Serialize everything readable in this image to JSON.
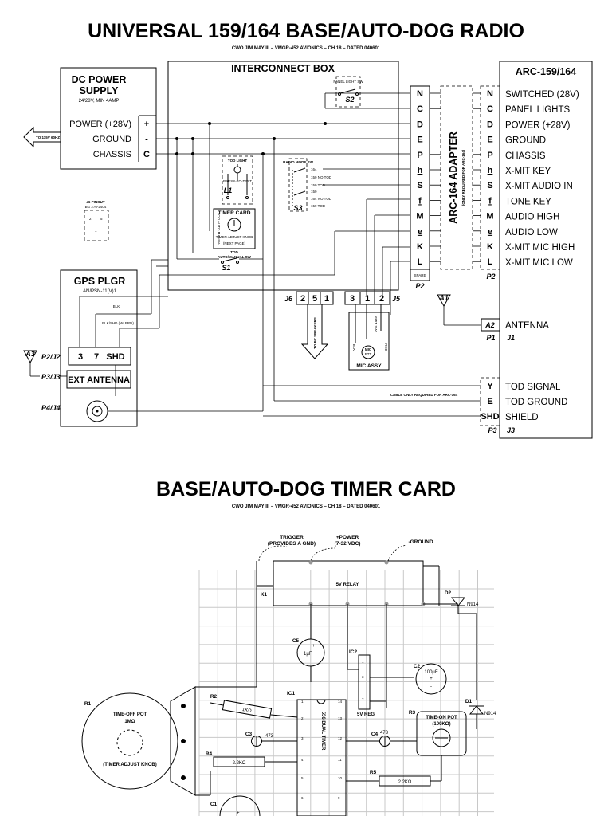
{
  "page1": {
    "title": "UNIVERSAL 159/164 BASE/AUTO-DOG RADIO",
    "subtitle": "CWO JIM MAY III – VMGR-452 AVIONICS – CH 18 – DATED 040601",
    "dc_power": {
      "title_line1": "DC POWER",
      "title_line2": "SUPPLY",
      "rating": "24/28V, MIN 4AMP",
      "rows": [
        {
          "label": "POWER (+28V)",
          "pin": "+"
        },
        {
          "label": "GROUND",
          "pin": "-"
        },
        {
          "label": "CHASSIS",
          "pin": "C"
        }
      ],
      "arrow_label": "TO 115V 60HZ"
    },
    "interconnect": {
      "title": "INTERCONNECT BOX",
      "panel_light_sw": "PANEL LIGHT SW",
      "s2": "S2",
      "tod_light": "TOD LIGHT",
      "press_to_test": "PRESS-TO-TEST",
      "l1": "L1",
      "radio_mode_sw": "RADIO MODE SW",
      "s3": "S3",
      "s3_positions": [
        "164",
        "159 NO TOD",
        "159 TOD",
        "159",
        "164 NO TOD",
        "159 TOD"
      ],
      "timer_card": "TIMER CARD",
      "timer_adjust_knob": "TIMER ADJUST KNOB",
      "knob_note": "(NEXT PAGE)",
      "rotate_text": "TOD AUTO MANUAL",
      "tod_label": "TOD",
      "auto_manual_sw": "AUTO/MANUAL SW",
      "s1": "S1",
      "j6_label": "J6",
      "j6_pins": [
        "2",
        "5",
        "1"
      ],
      "j5_label": "J5",
      "j5_pins": [
        "3",
        "1",
        "2"
      ],
      "spare": "SPARE"
    },
    "j6_pinout": {
      "line1": "J6 PINOUT",
      "line2": "BG 276-2404",
      "pins": [
        "2",
        "5",
        "1"
      ]
    },
    "gps": {
      "title": "GPS PLGR",
      "model": "AN/PSN-11(V)1",
      "port_pins": [
        "3",
        "7",
        "SHD"
      ],
      "ext_antenna": "EXT ANTENNA",
      "p2j2": "P2/J2",
      "p3j3": "P3/J3",
      "p4j4": "P4/J4",
      "wire_blk": "BLK",
      "wire_blk_shd": "BLK/SHD (W/ BRN)"
    },
    "a3": "A3",
    "speakers": "TO PC SPEAKERS",
    "mic": {
      "title": "MIC ASSY",
      "mic_label": "MIC",
      "ptt": "PTT",
      "ksw": "XMIT SW",
      "wire_labels": [
        "BLK",
        "RED"
      ]
    },
    "adapter": {
      "title": "ARC-164 ADAPTER",
      "note": "(ONLY REQUIRED FOR ARC-164)",
      "p2": "P2"
    },
    "pins": [
      {
        "left": "N",
        "right": "N",
        "signal": "SWITCHED (28V)"
      },
      {
        "left": "C",
        "right": "C",
        "signal": "PANEL LIGHTS"
      },
      {
        "left": "D",
        "right": "D",
        "signal": "POWER (+28V)"
      },
      {
        "left": "E",
        "right": "E",
        "signal": "GROUND"
      },
      {
        "left": "P",
        "right": "P",
        "signal": "CHASSIS"
      },
      {
        "left": "h",
        "right": "h",
        "signal": "X-MIT KEY"
      },
      {
        "left": "S",
        "right": "S",
        "signal": "X-MIT AUDIO IN"
      },
      {
        "left": "f",
        "right": "f",
        "signal": "TONE KEY"
      },
      {
        "left": "M",
        "right": "M",
        "signal": "AUDIO HIGH"
      },
      {
        "left": "e",
        "right": "e",
        "signal": "AUDIO LOW"
      },
      {
        "left": "K",
        "right": "K",
        "signal": "X-MIT MIC HIGH"
      },
      {
        "left": "L",
        "right": "L",
        "signal": "X-MIT MIC LOW"
      }
    ],
    "radio": {
      "title": "ARC-159/164",
      "p2": "P2",
      "a1": "A1",
      "a2": "A2",
      "antenna": "ANTENNA",
      "p1": "P1",
      "j1": "J1",
      "p3": "P3",
      "j3": "J3",
      "tod_pins": [
        {
          "pin": "Y",
          "signal": "TOD SIGNAL"
        },
        {
          "pin": "E",
          "signal": "TOD GROUND"
        },
        {
          "pin": "SHD",
          "signal": "SHIELD"
        }
      ],
      "cable_note": "CABLE ONLY REQUIRED FOR ARC-164"
    }
  },
  "page2": {
    "title": "BASE/AUTO-DOG TIMER CARD",
    "subtitle": "CWO JIM MAY III – VMGR-452 AVIONICS – CH 18 – DATED 040601",
    "trigger": "TRIGGER",
    "trigger_note": "(PROVIDES A GND)",
    "power": "+POWER",
    "power_note": "(7-32 VDC)",
    "ground": "-GROUND",
    "relay": "5V RELAY",
    "k1": "K1",
    "d2": "D2",
    "d2_part": "N914",
    "d1": "D1",
    "d1_part": "N914",
    "c5": "C5",
    "c5_value": "1µF",
    "ic2": "IC2",
    "ic2_pins": [
      "1",
      "3",
      "2"
    ],
    "ic2_name": "5V REG",
    "c2": "C2",
    "c2_value": "100µF",
    "r1": "R1",
    "r1_name": "TIME-OFF POT",
    "r1_value": "1MΩ",
    "r1_note": "(TIMER ADJUST KNOB)",
    "r2": "R2",
    "r2_value": "1KΩ",
    "c3": "C3",
    "c3_value": "473",
    "r4": "R4",
    "r4_value": "2.2KΩ",
    "ic1": "IC1",
    "ic1_name": "556 DUAL TIMER",
    "ic1_left_pins": [
      "1",
      "2",
      "3",
      "4",
      "5",
      "6"
    ],
    "ic1_right_pins": [
      "14",
      "13",
      "12",
      "11",
      "10",
      "9"
    ],
    "c4": "C4",
    "c4_value": "473",
    "r3": "R3",
    "r3_name": "TIME-ON POT",
    "r3_value": "(100KΩ)",
    "r5": "R5",
    "r5_value": "2.2KΩ",
    "c1": "C1"
  }
}
